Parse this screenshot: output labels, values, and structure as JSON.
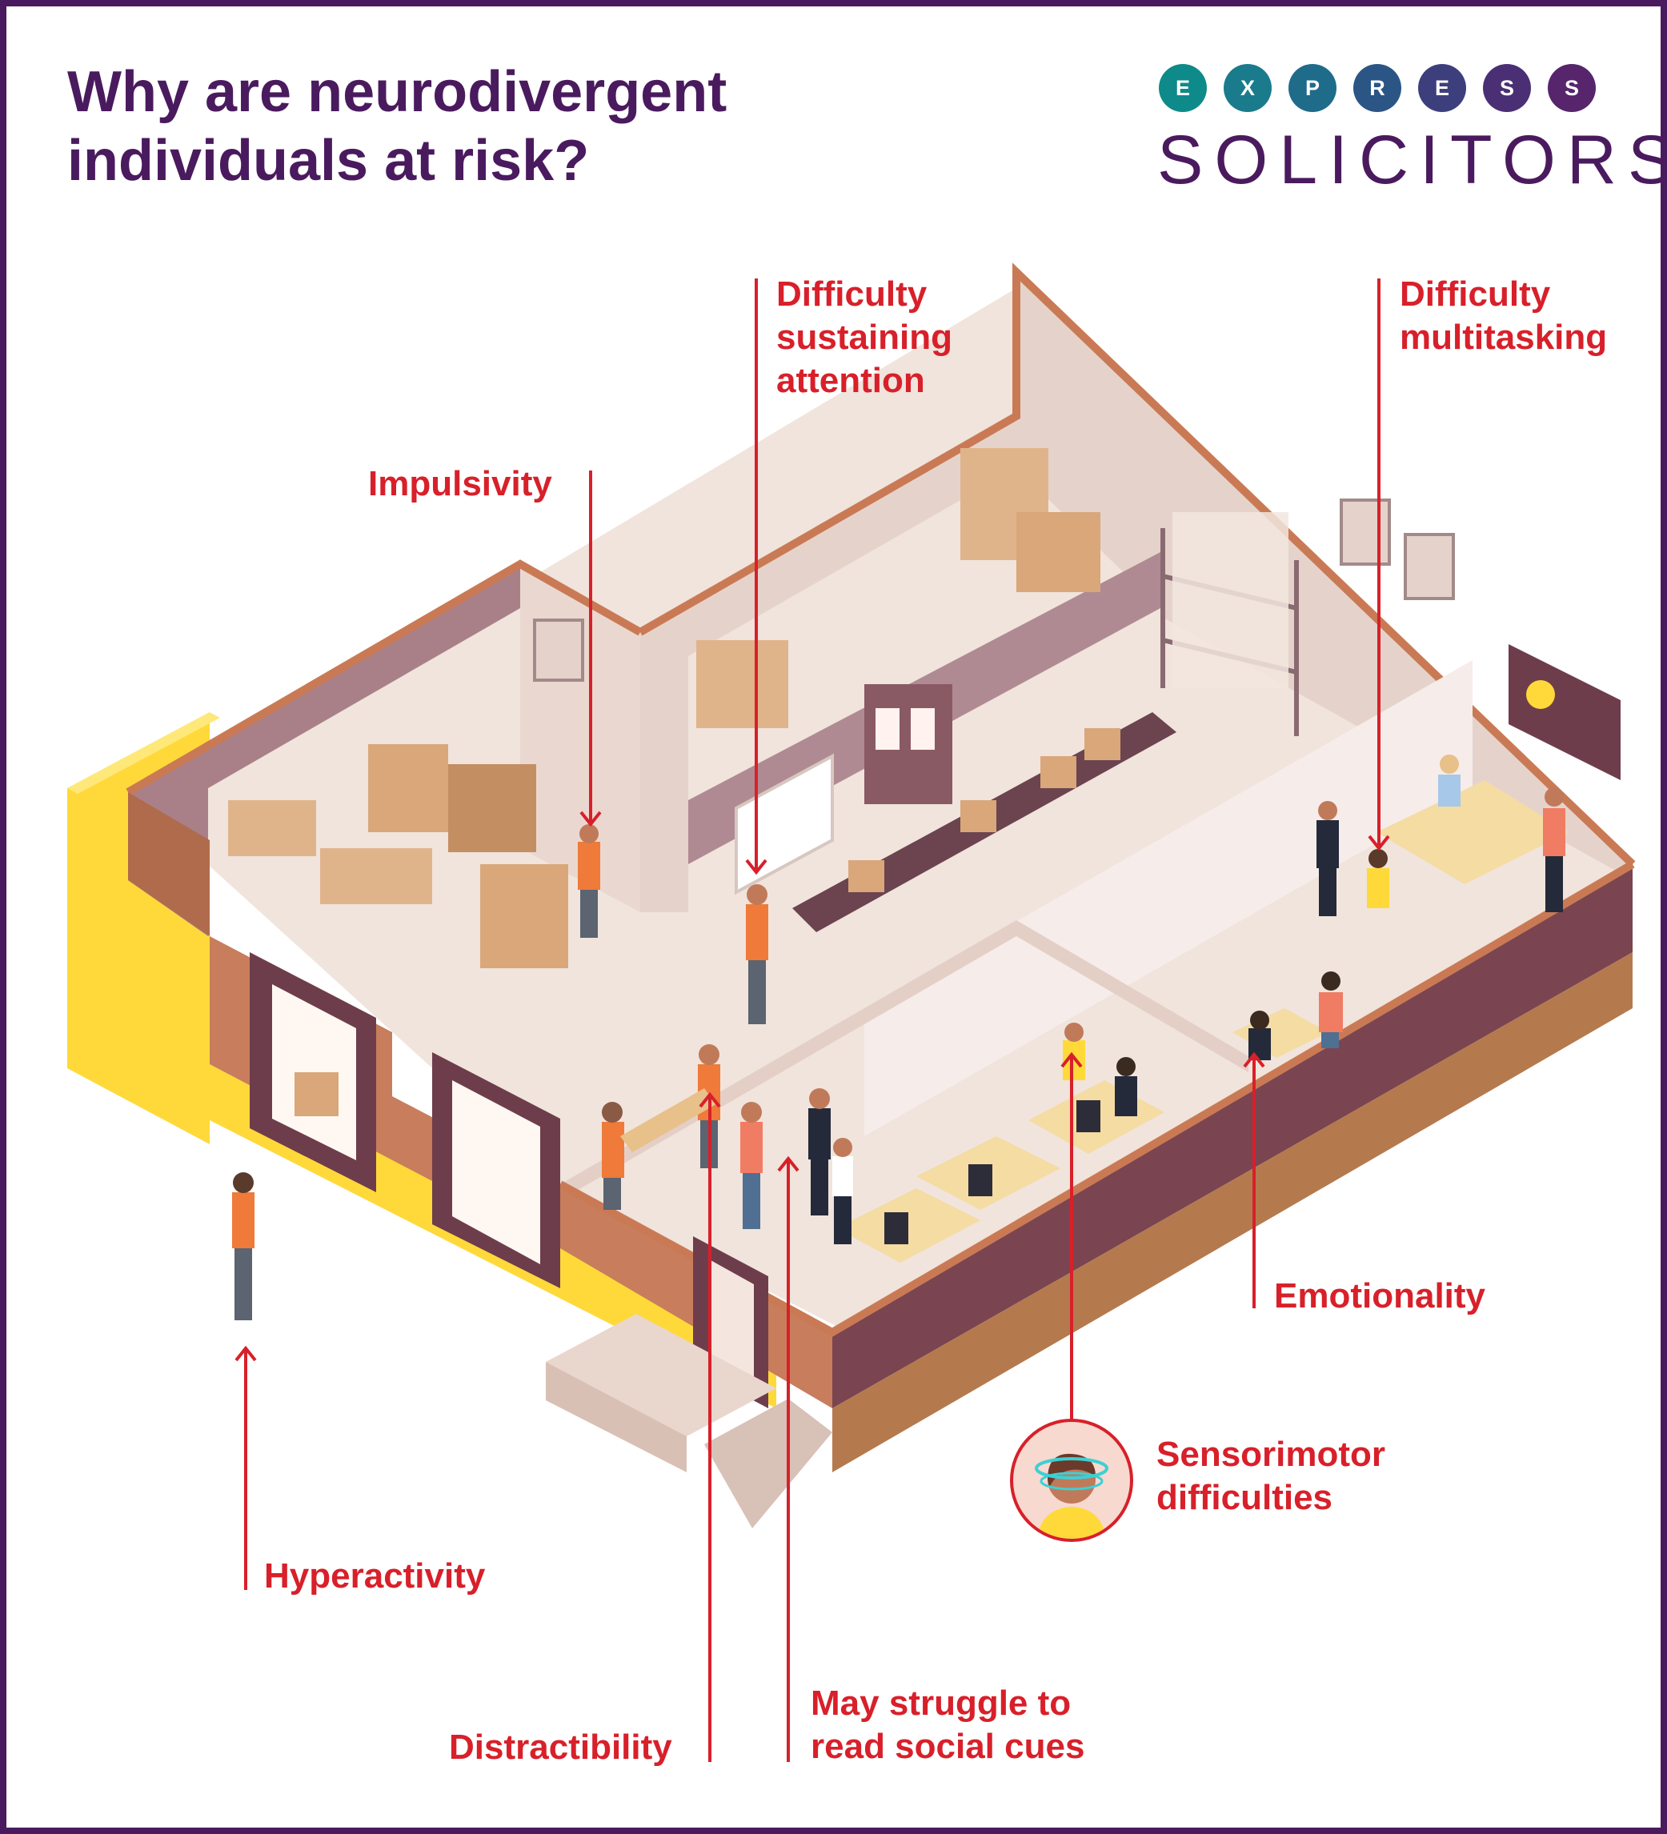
{
  "title": "Why are neurodivergent individuals at risk?",
  "logo": {
    "letters": [
      "E",
      "X",
      "P",
      "R",
      "E",
      "S",
      "S"
    ],
    "dot_colors": [
      "#0f8a8a",
      "#1a7b8c",
      "#1f6b8a",
      "#2b5585",
      "#3d3f7d",
      "#4b2f74",
      "#56256b"
    ],
    "word": "SOLICITORS"
  },
  "labels": {
    "difficulty_sustaining_attention": [
      "Difficulty",
      "sustaining",
      "attention"
    ],
    "difficulty_multitasking": [
      "Difficulty",
      "multitasking"
    ],
    "impulsivity": "Impulsivity",
    "emotionality": "Emotionality",
    "sensorimotor_difficulties": [
      "Sensorimotor",
      "difficulties"
    ],
    "hyperactivity": "Hyperactivity",
    "distractibility": "Distractibility",
    "may_struggle_to_read_social_cues": [
      "May struggle to",
      "read social cues"
    ]
  },
  "colors": {
    "brand_purple": "#4a1a5e",
    "annotation_red": "#d8202a",
    "wall_brown": "#c87d5c",
    "floor": "#f0e4dc",
    "yellow": "#ffd93a",
    "dark_wall": "#7a4550"
  }
}
